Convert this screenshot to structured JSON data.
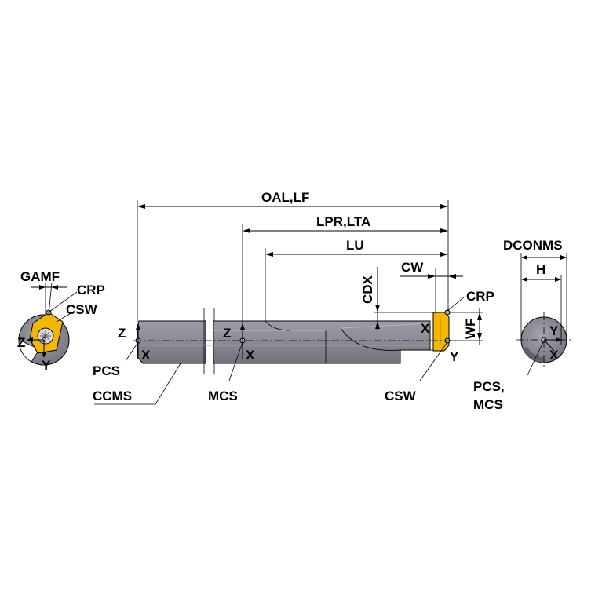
{
  "labels": {
    "oal_lf": "OAL,LF",
    "lpr_lta": "LPR,LTA",
    "lu": "LU",
    "cw": "CW",
    "cdx": "CDX",
    "wf": "WF",
    "crp_side": "CRP",
    "csw_side": "CSW",
    "x_insert": "X",
    "y_insert": "Y",
    "z_pcs": "Z",
    "x_pcs": "X",
    "pcs": "PCS",
    "ccms": "CCMS",
    "z_mcs": "Z",
    "x_mcs": "X",
    "mcs": "MCS",
    "gamf": "GAMF",
    "crp_front": "CRP",
    "csw_front": "CSW",
    "z_front": "Z",
    "y_front": "Y",
    "dconms": "DCONMS",
    "h": "H",
    "y_end": "Y",
    "x_end": "X",
    "pcs_mcs_1": "PCS,",
    "pcs_mcs_2": "MCS"
  },
  "colors": {
    "body": "#8a8a95",
    "body_dark": "#6f6f7a",
    "body_light": "#a6a6b0",
    "insert": "#f2b705",
    "insert_dark": "#c89200",
    "line": "#000000"
  }
}
